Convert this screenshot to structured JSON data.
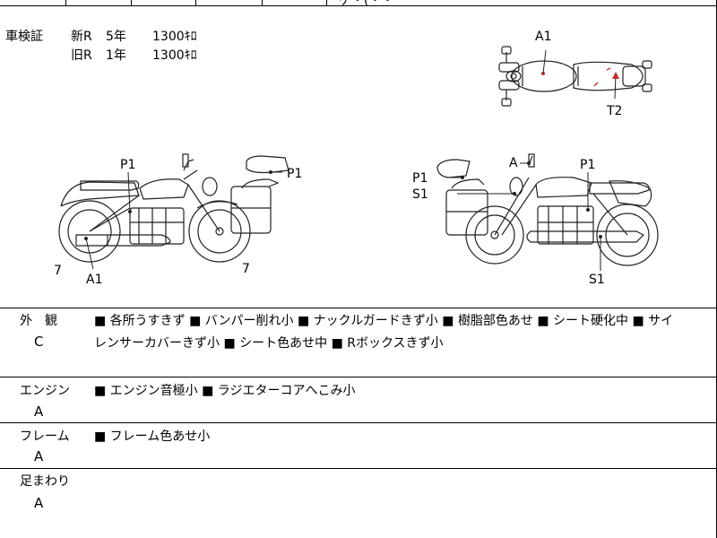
{
  "top": {
    "partial_text": "ゲ・(・・"
  },
  "inspection": {
    "label": "車検証",
    "rows": [
      {
        "kind": "新R",
        "years": "5年",
        "value": "1300ｷﾛ"
      },
      {
        "kind": "旧R",
        "years": "1年",
        "value": "1300ｷﾛ"
      }
    ]
  },
  "diagram": {
    "top_view": {
      "label_a1": "A1",
      "label_t2": "T2"
    },
    "left_view": {
      "label_p1_frame": "P1",
      "label_p1_box": "P1",
      "label_a1": "A1",
      "label_7_left": "7",
      "label_7_right": "7"
    },
    "right_view": {
      "label_a": "A",
      "label_p1": "P1",
      "label_p1_box": "P1",
      "label_s1_box": "S1",
      "label_s1": "S1"
    }
  },
  "sections": [
    {
      "title": "外　観",
      "grade": "C",
      "line1": "■ 各所うすきず ■ バンパー削れ小 ■ ナックルガードきず小 ■ 樹脂部色あせ ■ シート硬化中 ■ サイ",
      "line2": "レンサーカバーきず小 ■ シート色あせ中 ■ Rボックスきず小"
    },
    {
      "title": "エンジン",
      "grade": "A",
      "line1": "■ エンジン音極小 ■ ラジエターコアへこみ小",
      "line2": ""
    },
    {
      "title": "フレーム",
      "grade": "A",
      "line1": "■ フレーム色あせ小",
      "line2": ""
    },
    {
      "title": "足まわり",
      "grade": "A",
      "line1": "",
      "line2": ""
    }
  ]
}
